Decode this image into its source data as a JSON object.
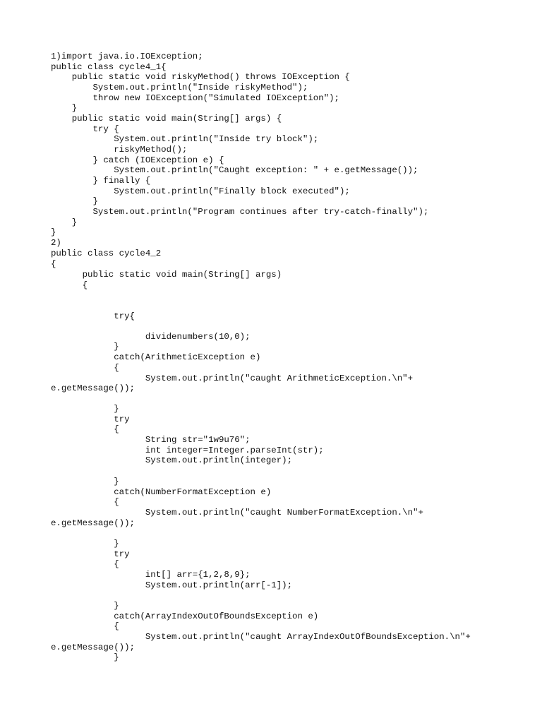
{
  "document": {
    "lines": [
      "1)import java.io.IOException;",
      "public class cycle4_1{",
      "    public static void riskyMethod() throws IOException {",
      "        System.out.println(\"Inside riskyMethod\");",
      "        throw new IOException(\"Simulated IOException\");",
      "    }",
      "    public static void main(String[] args) {",
      "        try {",
      "            System.out.println(\"Inside try block\");",
      "            riskyMethod();",
      "        } catch (IOException e) {",
      "            System.out.println(\"Caught exception: \" + e.getMessage());",
      "        } finally {",
      "            System.out.println(\"Finally block executed\");",
      "        }",
      "        System.out.println(\"Program continues after try-catch-finally\");",
      "    }",
      "}",
      "2)",
      "public class cycle4_2",
      "{",
      "      public static void main(String[] args)",
      "      {",
      "            try{",
      "                  dividenumbers(10,0);",
      "            }",
      "            catch(ArithmeticException e)",
      "            {",
      "                  System.out.println(\"caught ArithmeticException.\\n\"+",
      "e.getMessage());",
      "            }",
      "            try",
      "            {",
      "                  String str=\"1w9u76\";",
      "                  int integer=Integer.parseInt(str);",
      "                  System.out.println(integer);",
      "            }",
      "            catch(NumberFormatException e)",
      "            {",
      "                  System.out.println(\"caught NumberFormatException.\\n\"+",
      "e.getMessage());",
      "            }",
      "            try",
      "            {",
      "                  int[] arr={1,2,8,9};",
      "                  System.out.println(arr[-1]);",
      "            }",
      "            catch(ArrayIndexOutOfBoundsException e)",
      "            {",
      "                  System.out.println(\"caught ArrayIndexOutOfBoundsException.\\n\"+",
      "e.getMessage());",
      "            }"
    ]
  }
}
